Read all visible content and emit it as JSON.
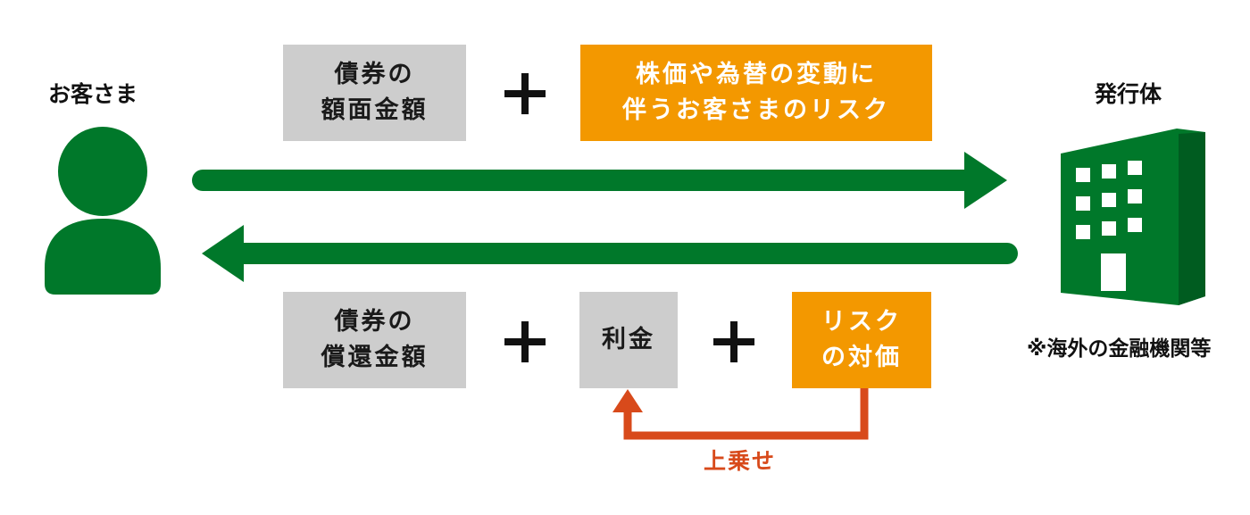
{
  "customer": {
    "label": "お客さま"
  },
  "issuer": {
    "label": "発行体",
    "note": "※海外の金融機関等"
  },
  "top_row": {
    "face_amount_line1": "債券の",
    "face_amount_line2": "額面金額",
    "risk_line1": "株価や為替の変動に",
    "risk_line2": "伴うお客さまのリスク"
  },
  "bottom_row": {
    "redemption_line1": "債券の",
    "redemption_line2": "償還金額",
    "interest": "利金",
    "risk_price_line1": "リスク",
    "risk_price_line2": "の対価"
  },
  "markup_label": "上乗せ",
  "colors": {
    "green": "#00782a",
    "orange": "#f39800",
    "gray": "#cdcdcd",
    "red_arrow": "#d84a1b"
  },
  "icons": [
    "person-icon",
    "building-icon",
    "plus-icon"
  ]
}
